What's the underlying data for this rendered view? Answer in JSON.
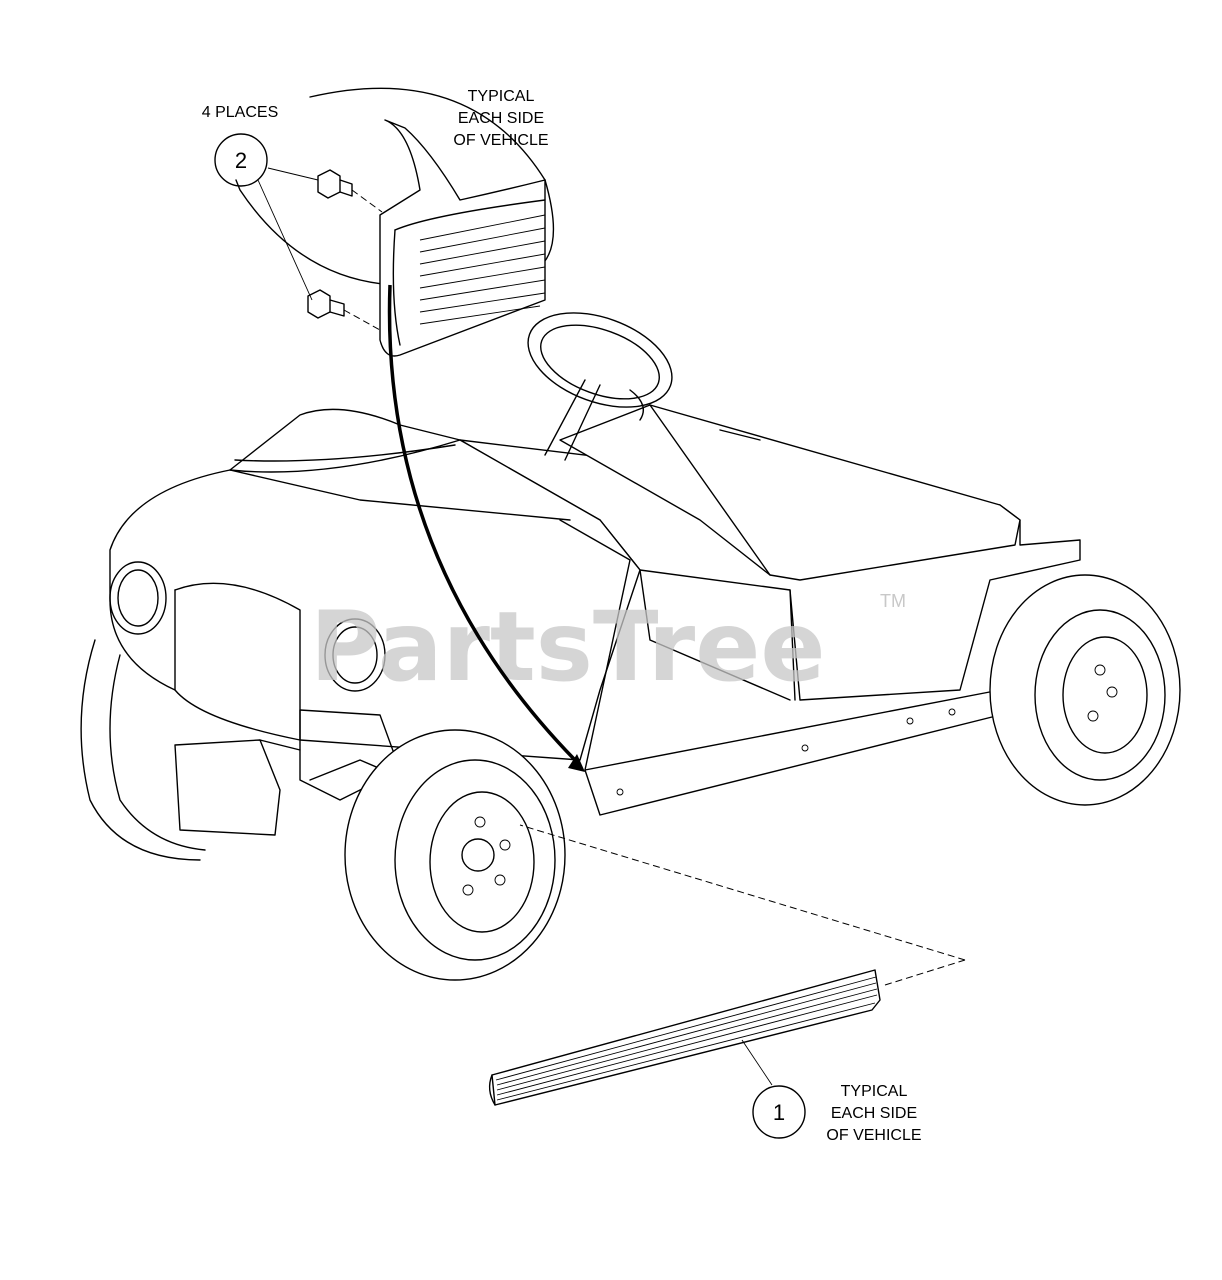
{
  "callouts": [
    {
      "number": "2",
      "note": "4 PLACES"
    },
    {
      "number": "1"
    }
  ],
  "notes": {
    "detail_top": [
      "TYPICAL",
      "EACH SIDE",
      "OF VEHICLE"
    ],
    "part_bottom": [
      "TYPICAL",
      "EACH SIDE",
      "OF VEHICLE"
    ]
  },
  "watermark": {
    "text": "PartsTree",
    "mark": "TM"
  },
  "colors": {
    "ink": "#000000",
    "watermark": "#c8c8c8",
    "background": "#ffffff"
  }
}
